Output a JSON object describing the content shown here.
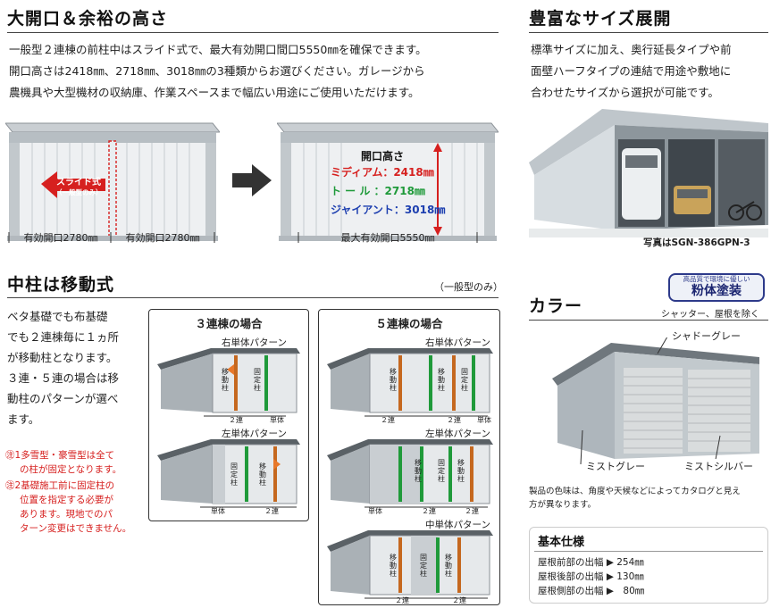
{
  "section1": {
    "title": "大開口＆余裕の高さ",
    "lines": [
      "一般型２連棟の前柱中はスライド式で、最大有効開口間口5550㎜を確保できます。",
      "開口高さは2418㎜、2718㎜、3018㎜の3種類からお選びください。ガレージから",
      "農機具や大型機材の収納庫、作業スペースまで幅広い用途にご使用いただけます。"
    ],
    "slide_label": "スライド式",
    "slide_sub": "（一般型のみ）",
    "left_opening": "有効開口2780㎜",
    "right_opening": "有効開口2780㎜",
    "height_title": "開口高さ",
    "height_medium": "ミディアム：2418㎜",
    "height_tall": "ト ー ル ：2718㎜",
    "height_giant": "ジャイアント：3018㎜",
    "max_opening": "最大有効開口5550㎜"
  },
  "section2": {
    "title": "豊富なサイズ展開",
    "lines": [
      "標準サイズに加え、奥行延長タイプや前",
      "面壁ハーフタイプの連結で用途や敷地に",
      "合わせたサイズから選択が可能です。"
    ],
    "caption": "写真はSGN-386GPN-3"
  },
  "section3": {
    "title": "中柱は移動式",
    "subtitle": "（一般型のみ）",
    "lines": [
      "ベタ基礎でも布基礎",
      "でも２連棟毎に１ヵ所",
      "が移動柱となります。",
      "３連・５連の場合は移",
      "動柱のパターンが選べ",
      "ます。"
    ],
    "note1_mark": "㊟1",
    "note1": [
      "多雪型・豪雪型は全て",
      "の柱が固定となります。"
    ],
    "note2_mark": "㊟2",
    "note2": [
      "基礎施工前に固定柱の",
      "位置を指定する必要が",
      "あります。現地でのパ",
      "ターン変更はできません。"
    ],
    "box3_title": "３連棟の場合",
    "box5_title": "５連棟の場合",
    "right_single": "右単体パターン",
    "left_single": "左単体パターン",
    "center_single": "中単体パターン",
    "moving": "移動柱",
    "fixed": "固定柱",
    "two": "２連",
    "single": "単体"
  },
  "section4": {
    "title": "カラー",
    "badge_top": "高品質で環境に優しい",
    "badge_main": "粉体塗装",
    "exclude": "シャッター、屋根を除く",
    "shadow_gray": "シャドーグレー",
    "mist_gray": "ミストグレー",
    "mist_silver": "ミストシルバー",
    "disclaimer": [
      "製品の色味は、角度や天候などによってカタログと見え",
      "方が異なります。"
    ]
  },
  "spec": {
    "title": "基本仕様",
    "rows": [
      "屋根前部の出幅 ▶ 254㎜",
      "屋根後部の出幅 ▶ 130㎜",
      "屋根側部の出幅 ▶　80㎜"
    ]
  },
  "colors": {
    "red": "#d6201f",
    "green": "#1f9a3a",
    "blue": "#1d3fb0",
    "orange": "#e8782a"
  }
}
